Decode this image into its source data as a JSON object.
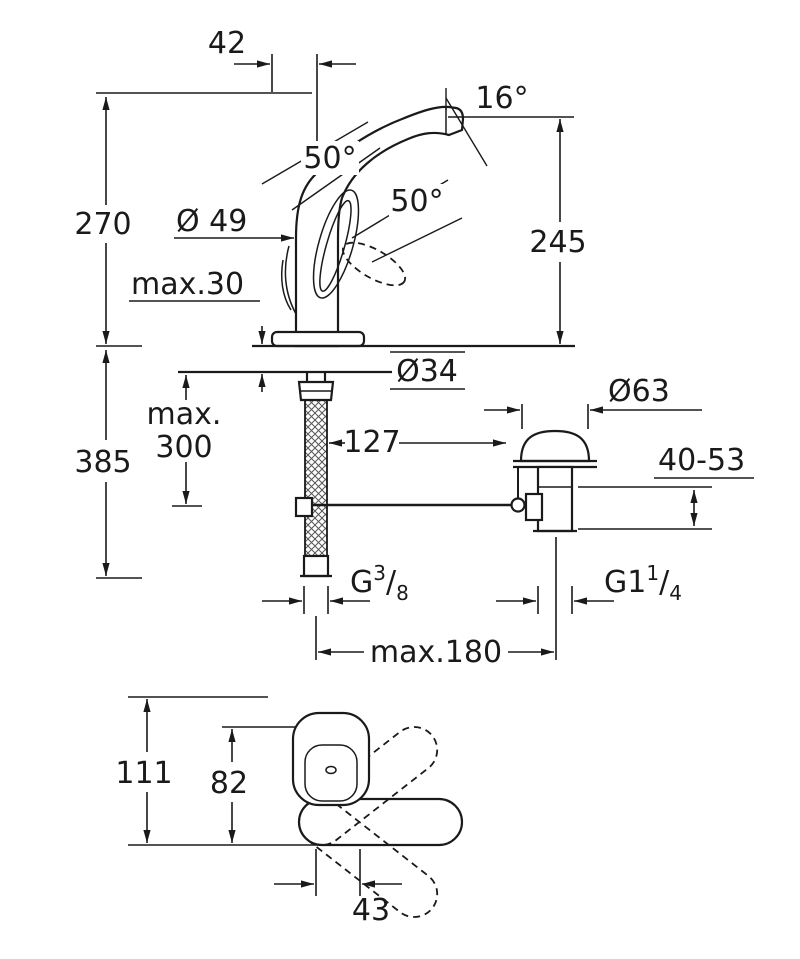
{
  "drawing": {
    "background": "#ffffff",
    "line_color": "#1a1a1a",
    "side_view": {
      "label": "faucet side elevation with installation dimensions",
      "dims": {
        "spout_to_center": "42",
        "spout_angle": "16°",
        "handle_angle_upper": "50°",
        "handle_angle_lower": "50°",
        "height_to_deck": "270",
        "base_diameter": "Ø 49",
        "outlet_height": "245",
        "max_deck_thickness": "max.30",
        "hole_diameter": "Ø34",
        "max_mounting_depth_word": "max.",
        "max_mounting_depth_value": "300",
        "total_height": "385",
        "center_to_waste_rod": "127",
        "waste_flange_diameter": "Ø63",
        "waste_adjustment_range": "40-53",
        "supply_thread": {
          "prefix": "G",
          "num": "3",
          "slash": "/",
          "den": "8"
        },
        "waste_thread": {
          "prefix": "G1",
          "num": "1",
          "slash": "/",
          "den": "4"
        },
        "max_rod_reach": "max.180"
      }
    },
    "top_view": {
      "label": "faucet plan view with handle swing positions",
      "dims": {
        "overall_depth": "111",
        "handle_depth": "82",
        "spout_offset": "43"
      }
    }
  }
}
